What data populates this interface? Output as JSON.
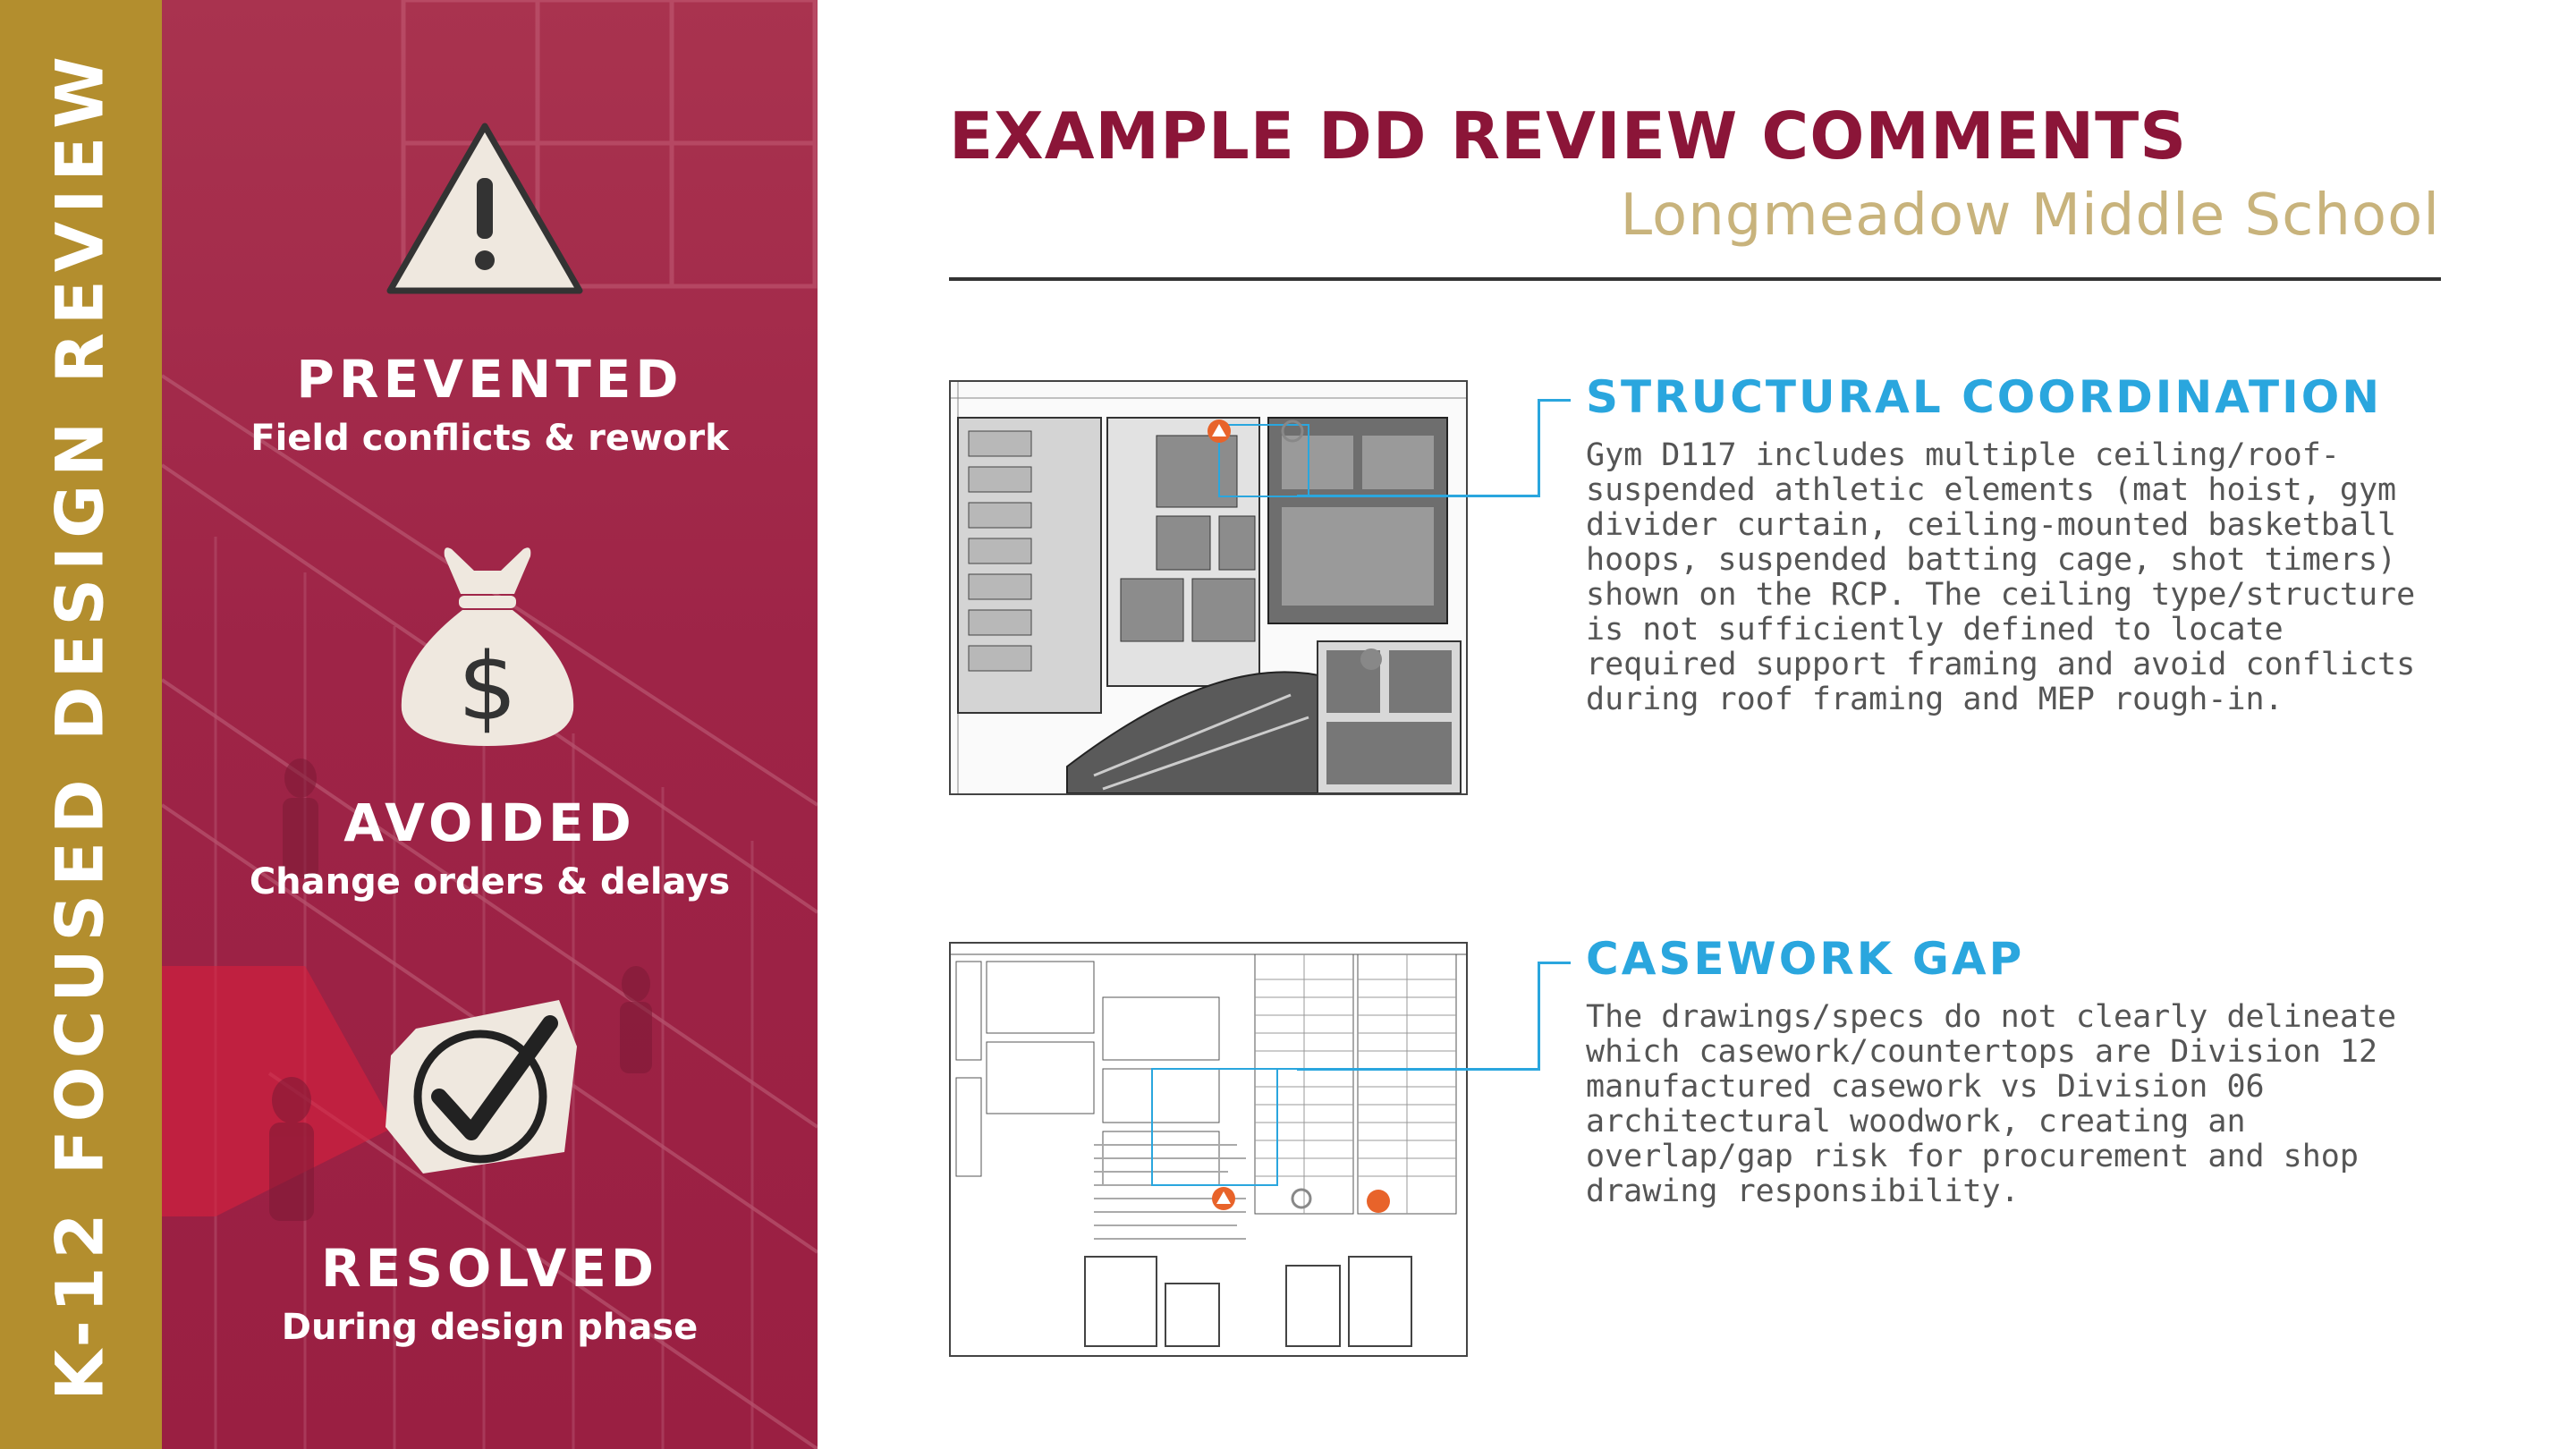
{
  "sidebar": {
    "vertical_title": "K-12 FOCUSED DESIGN REVIEW",
    "stats": [
      {
        "heading": "PREVENTED",
        "subtext": "Field conflicts & rework",
        "icon": "warning-triangle-icon"
      },
      {
        "heading": "AVOIDED",
        "subtext": "Change orders & delays",
        "icon": "money-bag-icon"
      },
      {
        "heading": "RESOLVED",
        "subtext": "During design phase",
        "icon": "checkmark-icon"
      }
    ]
  },
  "header": {
    "title": "EXAMPLE DD REVIEW COMMENTS",
    "subtitle": "Longmeadow Middle School"
  },
  "comments": [
    {
      "title": "STRUCTURAL COORDINATION",
      "body": "Gym D117 includes multiple ceiling/roof-suspended athletic elements (mat hoist, gym divider curtain, ceiling-mounted basketball hoops, suspended batting cage, shot timers) shown on the RCP. The ceiling type/structure is not sufficiently defined to locate required support framing and avoid conflicts during roof framing and MEP rough-in."
    },
    {
      "title": "CASEWORK GAP",
      "body": "The drawings/specs do not clearly delineate which casework/countertops are Division 12 manufactured casework vs Division 06 architectural woodwork, creating an overlap/gap risk for procurement and shop drawing responsibility."
    }
  ],
  "colors": {
    "gold": "#b38e2e",
    "crimson": "#9e2447",
    "title": "#8b1538",
    "subtitle": "#c8b37c",
    "accent_blue": "#2aa6de",
    "marker_orange": "#e8632a"
  }
}
